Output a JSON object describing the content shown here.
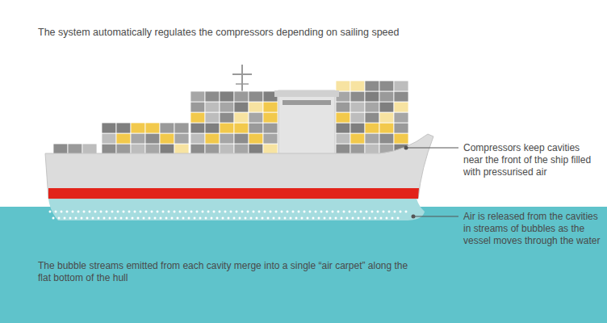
{
  "diagram": {
    "title": "The system automatically regulates the compressors depending on sailing speed",
    "labels": [
      "Compressors keep cavities near the front of the ship filled with pressurised air",
      "Air is released from the cavities in streams of bubbles as the vessel moves through the water",
      "The bubble streams emitted from each cavity merge into a single “air carpet” along the flat bottom of the hull"
    ]
  }
}
